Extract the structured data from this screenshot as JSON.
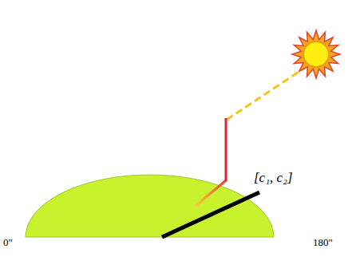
{
  "diagram": {
    "labels": [
      "0\"",
      "180\"",
      "[c₁, c₂]"
    ]
  }
}
